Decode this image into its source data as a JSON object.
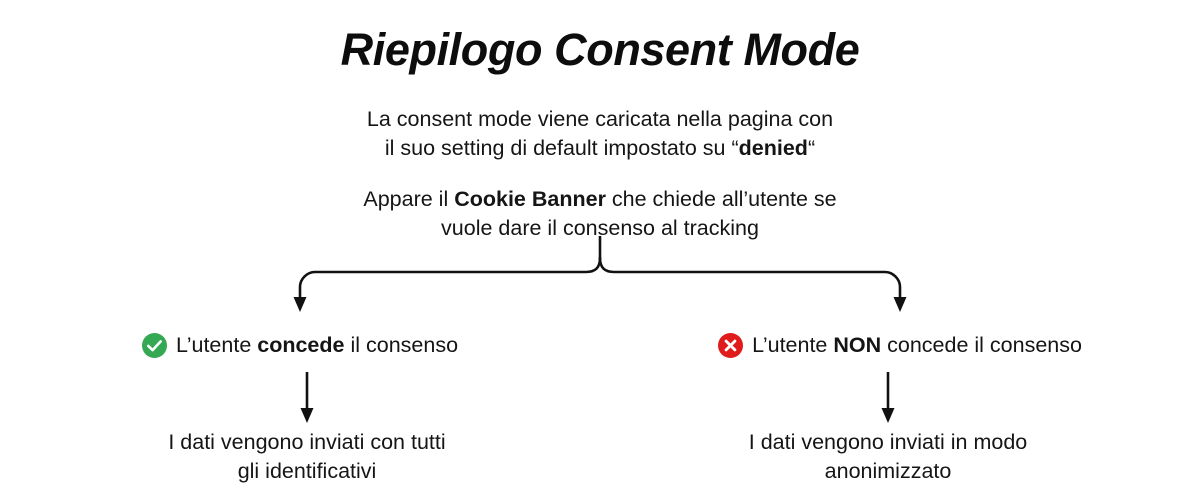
{
  "page": {
    "title": "Riepilogo Consent Mode",
    "background_color": "#ffffff",
    "text_color": "#151515"
  },
  "steps": {
    "intro": {
      "line1": "La consent mode viene caricata nella pagina con",
      "line2_before": "il suo setting di default impostato su “",
      "line2_bold": "denied",
      "line2_after": "“"
    },
    "banner": {
      "line1_before": "Appare il ",
      "line1_bold": "Cookie Banner",
      "line1_after": " che chiede all’utente se",
      "line2": "vuole dare il consenso al tracking"
    }
  },
  "branches": {
    "accept": {
      "icon": "check-circle-icon",
      "icon_color": "#34a853",
      "label_before": "L’utente ",
      "label_bold": "concede",
      "label_after": " il consenso",
      "outcome_line1": "I dati vengono inviati con tutti",
      "outcome_line2": "gli identificativi"
    },
    "deny": {
      "icon": "x-circle-icon",
      "icon_color": "#e01b1b",
      "label_before": "L’utente ",
      "label_bold": "NON",
      "label_after": " concede il consenso",
      "outcome_line1": "I dati vengono inviati in modo",
      "outcome_line2": "anonimizzato"
    }
  },
  "connectors": {
    "stroke_color": "#111111",
    "fork_description": "brace-fork-down",
    "arrow_description": "arrow-down"
  }
}
